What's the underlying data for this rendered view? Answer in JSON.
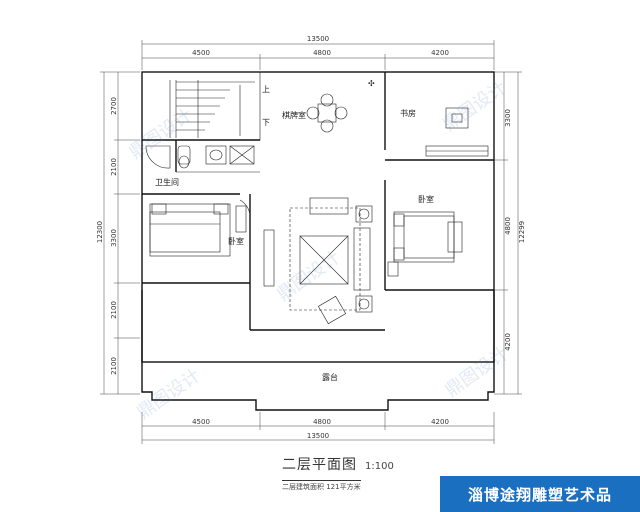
{
  "dimensions": {
    "top_total": "13500",
    "top_segments": [
      "4500",
      "4800",
      "4200"
    ],
    "bottom_total": "13500",
    "bottom_segments": [
      "4500",
      "4800",
      "4200"
    ],
    "left_total": "12300",
    "left_segments": [
      "2700",
      "2100",
      "3300",
      "2100",
      "2100"
    ],
    "right_total": "12299",
    "right_segments": [
      "3300",
      "4800",
      "4200"
    ]
  },
  "rooms": {
    "chess_room": "棋牌室",
    "study": "书房",
    "bathroom": "卫生间",
    "bedroom_left": "卧室",
    "bedroom_right": "卧室",
    "terrace": "露台",
    "stair_up": "上",
    "stair_down": "下"
  },
  "title": {
    "plan_title": "二层平面图",
    "scale": "1:100",
    "area_note": "二层建筑面积  121平方米"
  },
  "watermark": "鼎图设计",
  "brand": "淄博途翔雕塑艺术品",
  "colors": {
    "brand_bar": "#1a6fc0",
    "line": "#111111"
  }
}
